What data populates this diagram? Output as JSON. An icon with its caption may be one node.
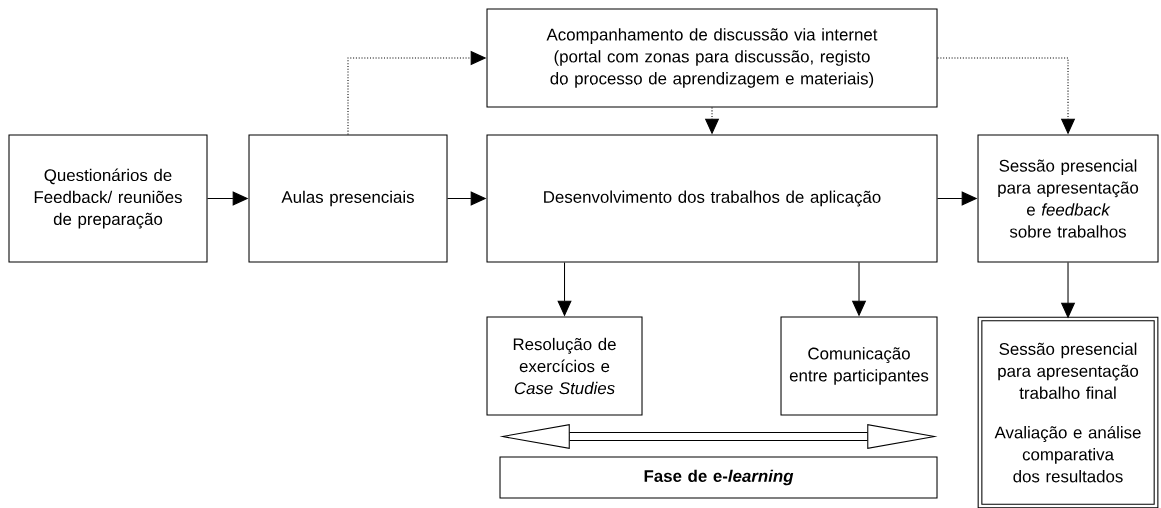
{
  "diagram": {
    "nodes": [
      {
        "text": [
          "Questionários  de Feedback/ reuniões de preparação"
        ]
      },
      {
        "text": [
          "Aulas presenciais"
        ]
      },
      {
        "text": [
          "Acompanhamento de discussão via internet (portal com zonas para discussão, registo do processo de aprendizagem e materiais)"
        ]
      },
      {
        "text": [
          "Desenvolvimento dos trabalhos de aplicação"
        ]
      },
      {
        "text": [
          "Sessão presencial para apresentação e *feedback* sobre trabalhos"
        ]
      },
      {
        "text": [
          "Resolução de exercícios e *Case Studies*"
        ]
      },
      {
        "text": [
          "Comunicação entre participantes"
        ]
      },
      {
        "text": [
          "Sessão presencial para apresentação trabalho final",
          "Avaliação e análise comparativa dos resultados"
        ]
      },
      {
        "text": [
          "Fase de e-*learning*"
        ]
      }
    ],
    "edges": [
      {
        "from": 0,
        "to": 1,
        "arrow": "to"
      },
      {
        "from": 1,
        "to": 3,
        "arrow": "to"
      },
      {
        "from": 1,
        "to": 2,
        "arrow": "to",
        "style": "dashed"
      },
      {
        "from": 2,
        "to": 3,
        "arrow": "to",
        "style": "dashed"
      },
      {
        "from": 2,
        "to": 4,
        "arrow": "to",
        "style": "dashed"
      },
      {
        "from": 3,
        "to": 4,
        "arrow": "to"
      },
      {
        "from": 3,
        "to": 5,
        "arrow": "to"
      },
      {
        "from": 3,
        "to": 6,
        "arrow": "to"
      },
      {
        "from": 4,
        "to": 7,
        "arrow": "to"
      },
      {
        "from": 5,
        "to": 6,
        "arrow": "both",
        "style": "thick"
      }
    ]
  }
}
